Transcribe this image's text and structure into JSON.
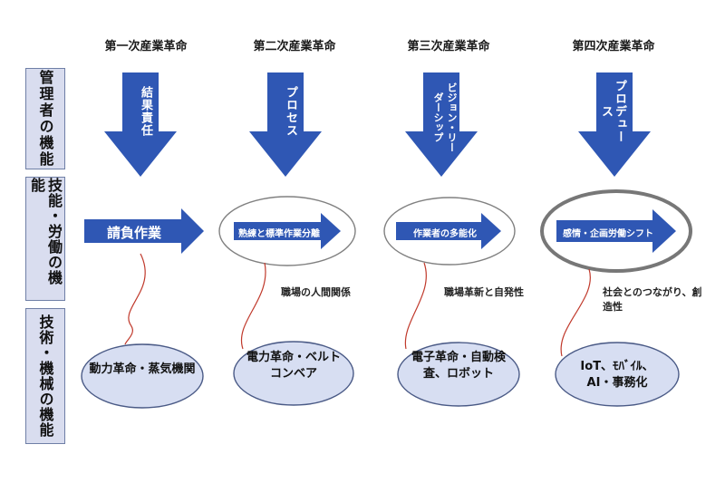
{
  "headers": [
    "第一次産業革命",
    "第二次産業革命",
    "第三次産業革命",
    "第四次産業革命"
  ],
  "row_labels": {
    "management": "管理者の機能",
    "labor": "技能・労働の機能",
    "tech": "技術・機械の機能"
  },
  "down_arrows": [
    "結果責任",
    "プロセス",
    "ビジョン・リーダーシップ",
    "プロデュース"
  ],
  "right_arrows": [
    "請負作業",
    "熟練と標準作業分離",
    "作業者の多能化",
    "感情・企画労働シフト"
  ],
  "effects": [
    "職場の人間関係",
    "職場革新と自発性",
    "社会とのつながり、創造性"
  ],
  "tech_items": [
    "動力革命・蒸気機関",
    "電力革命・ベルトコンベア",
    "電子革命・自動検査、ロボット",
    "IoT、ﾓﾊﾞｲﾙ、AI・事務化"
  ],
  "colors": {
    "arrow_blue": "#2f57b4",
    "ellipse_fill": "#d7def2",
    "ellipse_stroke": "#4a5a86",
    "label_fill": "#d9ddef",
    "curve_red": "#c0392b",
    "highlight_ring": "#777777"
  }
}
